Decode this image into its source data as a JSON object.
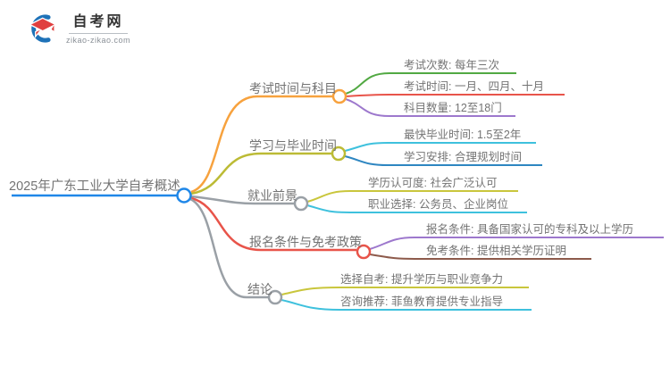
{
  "logo": {
    "title": "自考网",
    "domain": "zikao-zikao.com",
    "icon": "graduation-cap-icon",
    "colors": {
      "crescent": "#1e72b8",
      "cap": "#e03f3f",
      "text": "#333333"
    }
  },
  "root": {
    "label": "2025年广东工业大学自考概述",
    "color": "#1f87e8"
  },
  "branches": [
    {
      "label": "考试时间与科目",
      "color": "#f7a23e",
      "children": [
        {
          "label": "考试次数: 每年三次",
          "color": "#52a943"
        },
        {
          "label": "考试时间: 一月、四月、十月",
          "color": "#e8544a"
        },
        {
          "label": "科目数量: 12至18门",
          "color": "#9d78cd"
        }
      ]
    },
    {
      "label": "学习与毕业时间",
      "color": "#bcbb35",
      "children": [
        {
          "label": "最快毕业时间: 1.5至2年",
          "color": "#3ec1dd"
        },
        {
          "label": "学习安排: 合理规划时间",
          "color": "#2e86c1"
        }
      ]
    },
    {
      "label": "就业前景",
      "color": "#9aa0a6",
      "children": [
        {
          "label": "学历认可度: 社会广泛认可",
          "color": "#c9c63c"
        },
        {
          "label": "职业选择: 公务员、企业岗位",
          "color": "#3ec1dd"
        }
      ]
    },
    {
      "label": "报名条件与免考政策",
      "color": "#e8544a",
      "children": [
        {
          "label": "报名条件: 具备国家认可的专科及以上学历",
          "color": "#9d78cd"
        },
        {
          "label": "免考条件: 提供相关学历证明",
          "color": "#8d5a4b"
        }
      ]
    },
    {
      "label": "结论",
      "color": "#9aa0a6",
      "children": [
        {
          "label": "选择自考: 提升学历与职业竞争力",
          "color": "#c9c63c"
        },
        {
          "label": "咨询推荐: 菲鱼教育提供专业指导",
          "color": "#3ec1dd"
        }
      ]
    }
  ]
}
